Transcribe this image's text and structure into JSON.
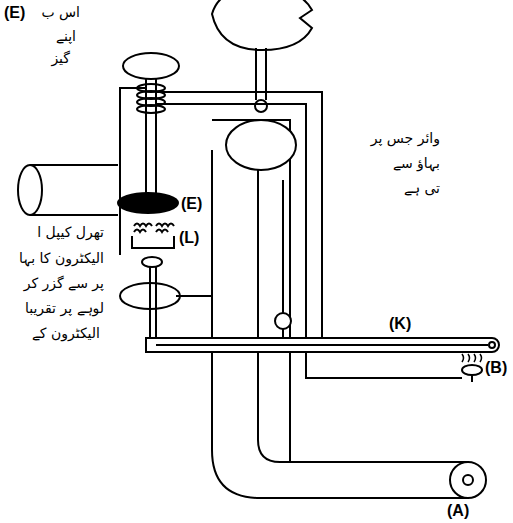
{
  "diagram": {
    "labels": [
      "(E)",
      "اس ب",
      "اپنے",
      "گیز",
      "وائر جس پر",
      "بہاؤ سے",
      "تی ہے",
      "تھرل کیپل ا",
      "الیکٹرون کا بہا",
      "پر سے گزر کر",
      "لوہے پر تقریبا",
      "الیکٹرون کے",
      "(E)",
      "(L)",
      "(K)",
      "(B)",
      "(A)"
    ]
  }
}
